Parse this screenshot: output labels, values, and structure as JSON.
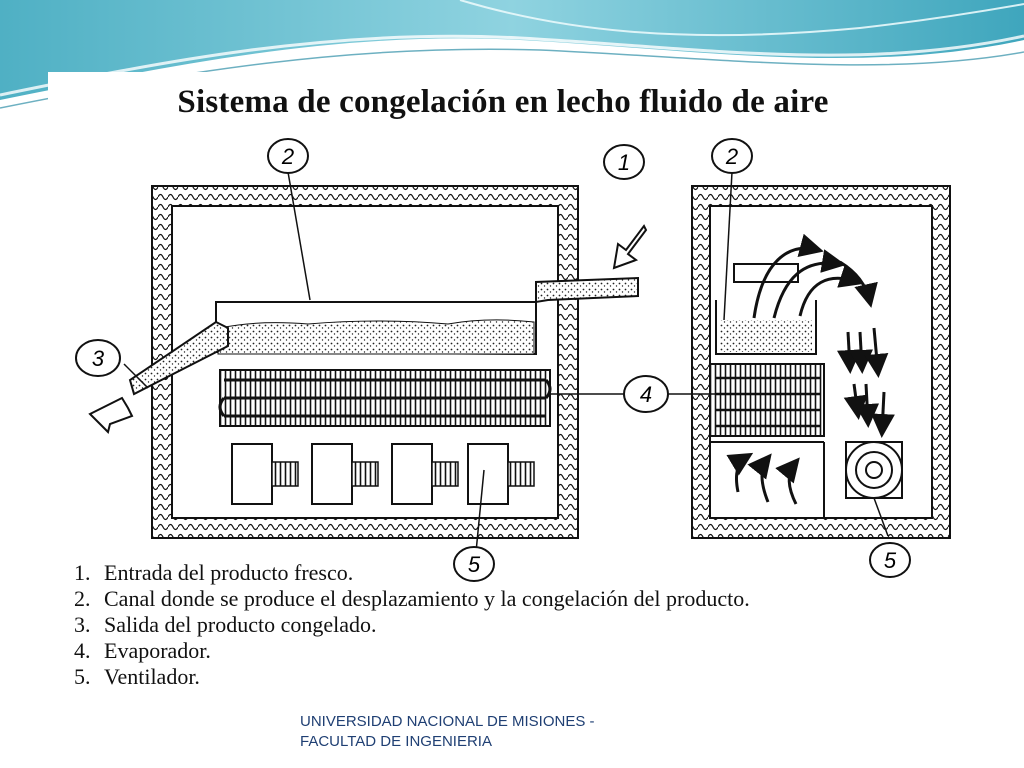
{
  "title": "Sistema de congelación en lecho fluido de aire",
  "callouts": {
    "entrada": "1",
    "canal_left": "2",
    "canal_right": "2",
    "salida": "3",
    "evaporador": "4",
    "ventilador_left": "5",
    "ventilador_right": "5"
  },
  "legend": [
    {
      "number": "1.",
      "text": "Entrada del producto fresco."
    },
    {
      "number": "2.",
      "text": "Canal donde se produce el desplazamiento y la congelación del producto."
    },
    {
      "number": "3.",
      "text": "Salida del producto congelado."
    },
    {
      "number": "4.",
      "text": "Evaporador."
    },
    {
      "number": "5.",
      "text": "Ventilador."
    }
  ],
  "footer": {
    "line1": "UNIVERSIDAD NACIONAL DE MISIONES -",
    "line2": "FACULTAD DE INGENIERIA"
  },
  "colors": {
    "wave_teal": "#5bb8c9",
    "wave_light": "#bfe6ee",
    "footer_text": "#1f3f73",
    "ink": "#111111"
  }
}
